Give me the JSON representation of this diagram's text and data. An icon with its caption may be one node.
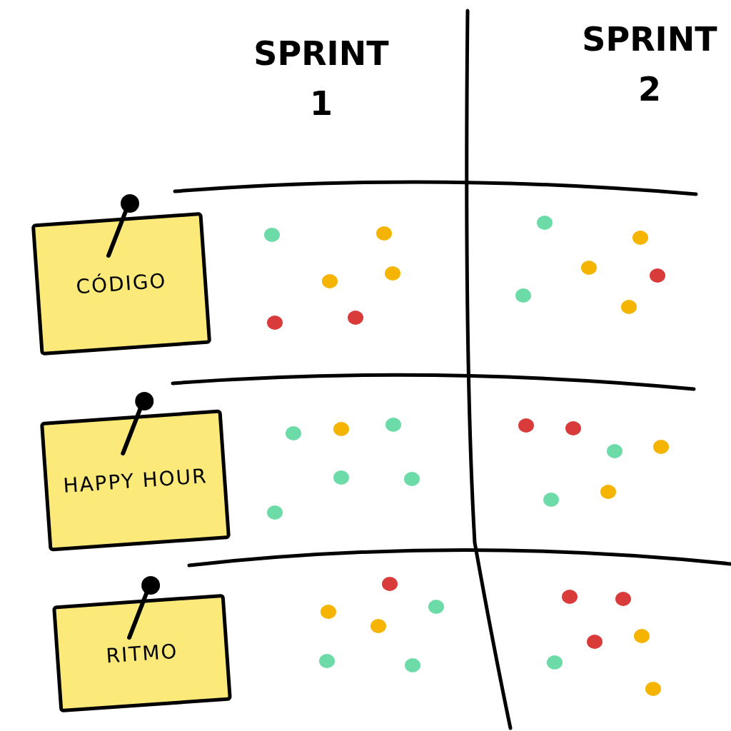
{
  "diagram": {
    "nodes": [
      {
        "text": [
          "CÓDIGO"
        ]
      },
      {
        "text": [
          "HAPPY HOUR"
        ]
      },
      {
        "text": [
          "RITMO"
        ]
      }
    ],
    "labels": [
      "SPRINT 1",
      "SPRINT 2"
    ]
  }
}
